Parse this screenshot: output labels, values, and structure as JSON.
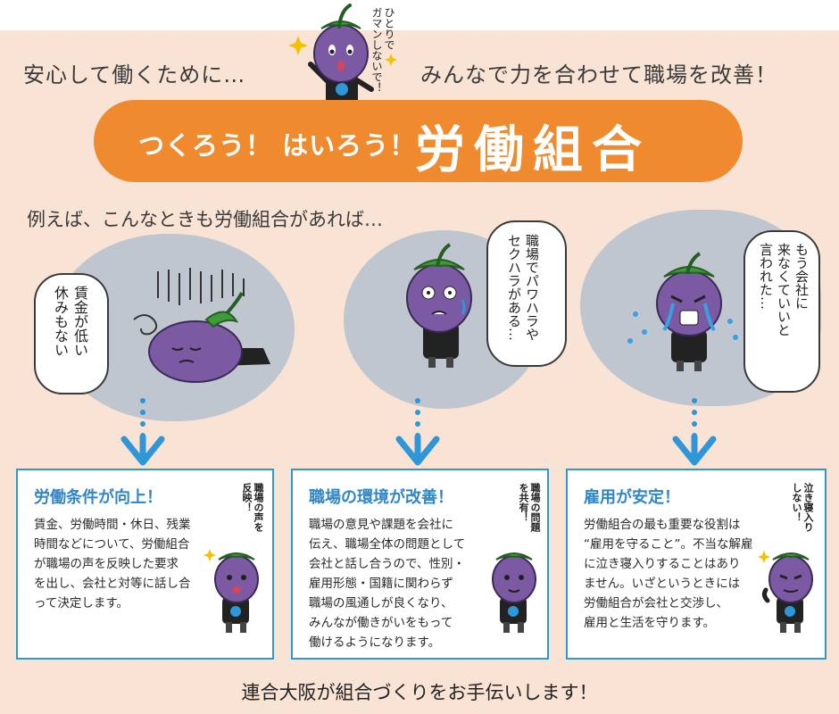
{
  "header": {
    "left_text": "安心して働くために…",
    "right_text": "みんなで力を合わせて職場を改善！",
    "mascot_note": "ひとりで\nガマンしないで！"
  },
  "banner": {
    "sub": "つくろう！ はいろう！",
    "main": "労働組合"
  },
  "example_text": "例えば、こんなときも労働組合があれば…",
  "scenes": [
    {
      "bubble": "賃金が低い\n休みもない"
    },
    {
      "bubble": "職場でパワハラや\nセクハラがある…"
    },
    {
      "bubble": "もう会社に\n来なくていいと\n言われた…"
    }
  ],
  "cards": [
    {
      "title": "労働条件が向上！",
      "body": "賃金、労働時間・休日、残業\n時間などについて、労働組合\nが職場の声を反映した要求\nを出し、会社と対等に話し合\nって決定します。",
      "note": "職場の声を\n反映！"
    },
    {
      "title": "職場の環境が改善！",
      "body": "職場の意見や課題を会社に\n伝え、職場全体の問題として\n会社と話し合うので、性別・\n雇用形態・国籍に関わらず\n職場の風通しが良くなり、\nみんなが働きがいをもって\n働けるようになります。",
      "note": "職場の問題\nを共有！"
    },
    {
      "title": "雇用が安定！",
      "body": "労働組合の最も重要な役割は\n“雇用を守ること”。不当な解雇\nに泣き寝入りすることはあり\nません。いざというときには\n労働組合が会社と交渉し、\n雇用と生活を守ります。",
      "note": "泣き寝入り\nしない！"
    }
  ],
  "footer": "連合大阪が組合づくりをお手伝いします！",
  "colors": {
    "background": "#f9e3d5",
    "banner": "#ef8a2e",
    "card_border": "#2f96d8",
    "eggplant": "#7b5aa3",
    "leaf": "#3f9a3a"
  },
  "icons": {
    "mascot": "eggplant-mascot",
    "arrow": "down-arrow-icon",
    "sparkle": "sparkle-icon"
  }
}
